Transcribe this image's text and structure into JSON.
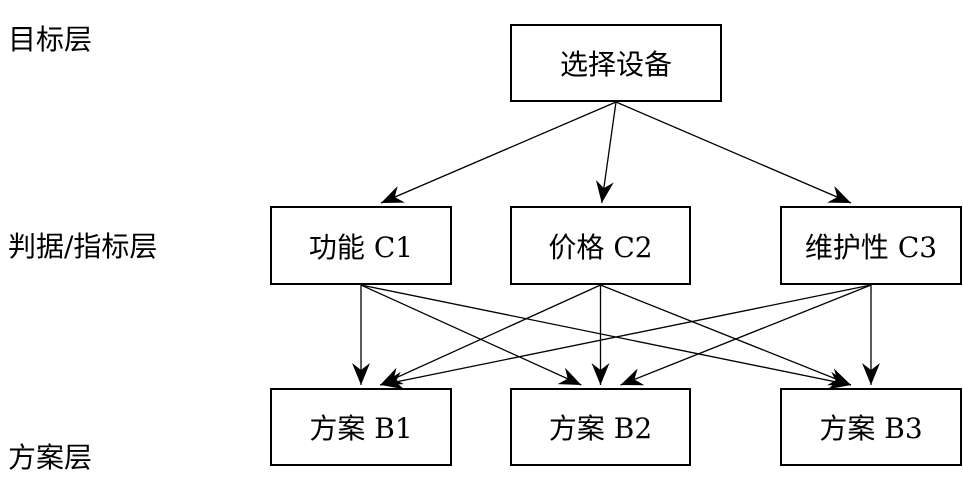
{
  "levels": {
    "goal": "目标层",
    "criteria": "判据/指标层",
    "alternatives": "方案层"
  },
  "nodes": {
    "goal": "选择设备",
    "c1": "功能 C1",
    "c2": "价格 C2",
    "c3": "维护性 C3",
    "b1": "方案 B1",
    "b2": "方案 B2",
    "b3": "方案 B3"
  },
  "edges": [
    [
      "goal",
      "c1"
    ],
    [
      "goal",
      "c2"
    ],
    [
      "goal",
      "c3"
    ],
    [
      "c1",
      "b1"
    ],
    [
      "c1",
      "b2"
    ],
    [
      "c1",
      "b3"
    ],
    [
      "c2",
      "b1"
    ],
    [
      "c2",
      "b2"
    ],
    [
      "c2",
      "b3"
    ],
    [
      "c3",
      "b1"
    ],
    [
      "c3",
      "b2"
    ],
    [
      "c3",
      "b3"
    ]
  ],
  "colors": {
    "stroke": "#000000",
    "background": "#ffffff"
  }
}
